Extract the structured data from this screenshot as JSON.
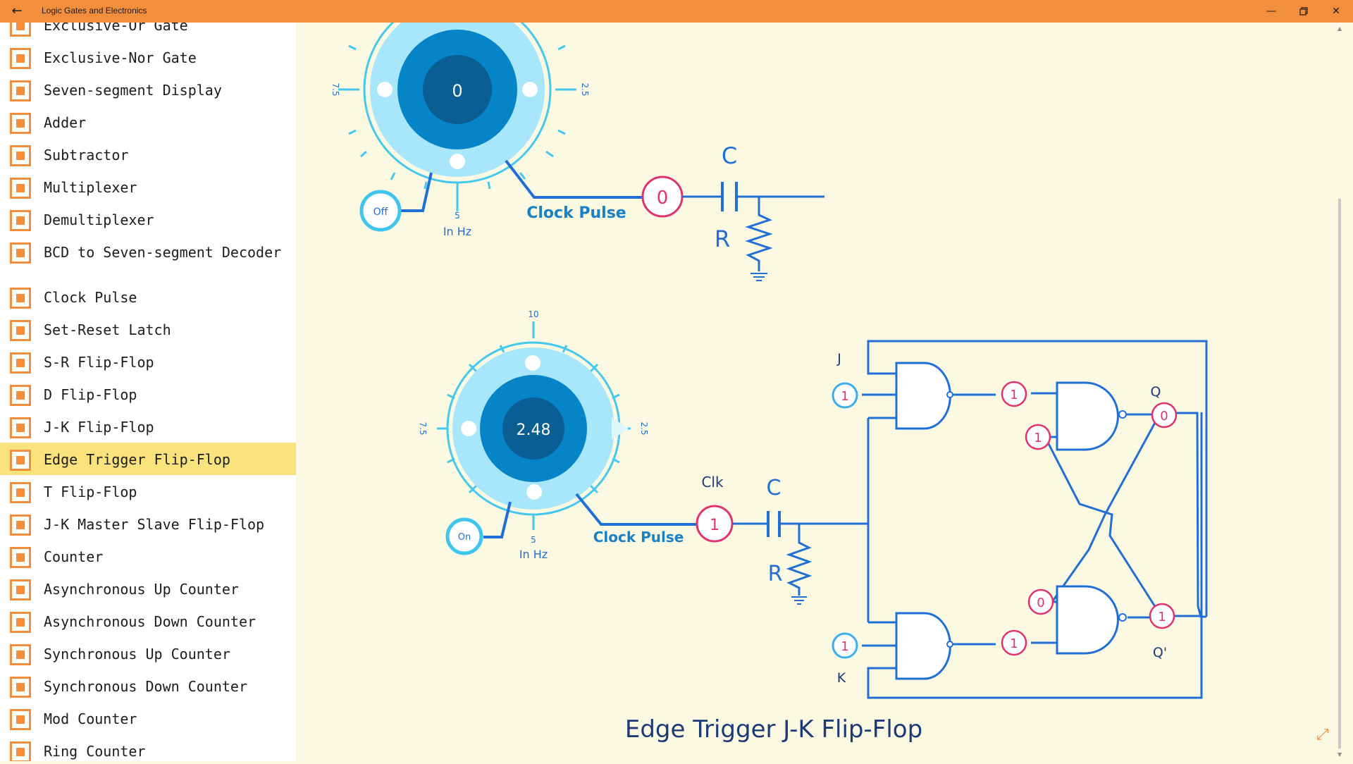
{
  "window": {
    "title": "Logic Gates and Electronics",
    "back_icon": "back-arrow-icon",
    "minimize_icon": "minimize-icon",
    "restore_icon": "restore-icon",
    "close_icon": "close-icon"
  },
  "colors": {
    "accent": "#f38f3c",
    "selected": "#fae37d",
    "canvas": "#fcf9e3",
    "wire": "#1f6fd6",
    "pink": "#e0336e",
    "dial_light": "#a8e6fb",
    "dial_dark": "#0585c8"
  },
  "sidebar": {
    "items": [
      {
        "label": "Exclusive-Or Gate"
      },
      {
        "label": "Exclusive-Nor Gate"
      },
      {
        "label": "Seven-segment Display"
      },
      {
        "label": "Adder"
      },
      {
        "label": "Subtractor"
      },
      {
        "label": "Multiplexer"
      },
      {
        "label": "Demultiplexer"
      },
      {
        "label": "BCD to Seven-segment Decoder"
      },
      {
        "label": "Clock Pulse"
      },
      {
        "label": "Set-Reset Latch"
      },
      {
        "label": "S-R Flip-Flop"
      },
      {
        "label": "D Flip-Flop"
      },
      {
        "label": "J-K Flip-Flop"
      },
      {
        "label": "Edge Trigger Flip-Flop"
      },
      {
        "label": "T Flip-Flop"
      },
      {
        "label": "J-K Master Slave Flip-Flop"
      },
      {
        "label": "Counter"
      },
      {
        "label": "Asynchronous Up Counter"
      },
      {
        "label": "Asynchronous Down Counter"
      },
      {
        "label": "Synchronous Up Counter"
      },
      {
        "label": "Synchronous Down Counter"
      },
      {
        "label": "Mod Counter"
      },
      {
        "label": "Ring Counter"
      }
    ],
    "selected": "Edge Trigger Flip-Flop"
  },
  "clock1": {
    "value": "0",
    "switch": "Off",
    "unit": "In Hz",
    "tick_left": "7.5",
    "tick_right": "2.5",
    "tick_bottom": "5",
    "pulse_label": "Clock Pulse",
    "output": "0",
    "cap_label": "C",
    "res_label": "R"
  },
  "clock2": {
    "value": "2.48",
    "switch": "On",
    "unit": "In Hz",
    "tick_top": "10",
    "tick_left": "7.5",
    "tick_right": "2.5",
    "tick_bottom": "5",
    "pulse_label": "Clock Pulse",
    "output": "1",
    "clk_label": "Clk",
    "cap_label": "C",
    "res_label": "R"
  },
  "flipflop": {
    "j_label": "J",
    "k_label": "K",
    "q_label": "Q",
    "qbar_label": "Q'",
    "j_value": "1",
    "k_value": "1",
    "gate1_out": "1",
    "gate2_out": "1",
    "upper_fb": "1",
    "lower_fb": "0",
    "q_value": "0",
    "qbar_value": "1"
  },
  "caption": "Edge Trigger J-K Flip-Flop",
  "expand_icon": "expand-icon"
}
